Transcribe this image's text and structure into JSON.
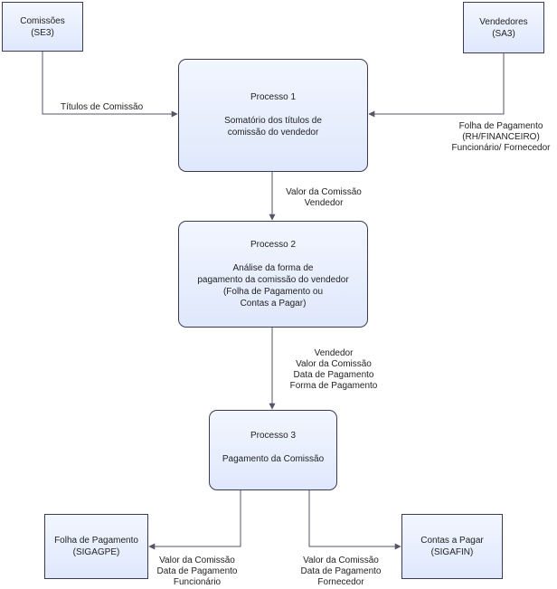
{
  "colors": {
    "box_fill_top": "#f2f6fe",
    "box_fill_bottom": "#dfe8fb",
    "box_border": "#3b3b55",
    "connector": "#555566",
    "text": "#222222"
  },
  "entities": {
    "comissoes": {
      "name": "Comissões",
      "code": "(SE3)"
    },
    "vendedores": {
      "name": "Vendedores",
      "code": "(SA3)"
    },
    "folha": {
      "name": "Folha de Pagamento",
      "code": "(SIGAGPE)"
    },
    "contas": {
      "name": "Contas a Pagar",
      "code": "(SIGAFIN)"
    }
  },
  "processes": {
    "p1": {
      "title": "Processo 1",
      "lines": [
        "Somatório dos títulos de",
        "comissão do vendedor"
      ]
    },
    "p2": {
      "title": "Processo 2",
      "lines": [
        "Análise da forma de",
        "pagamento da comissão do vendedor",
        "(Folha de Pagamento ou",
        "Contas a Pagar)"
      ]
    },
    "p3": {
      "title": "Processo 3",
      "lines": [
        "Pagamento da Comissão"
      ]
    }
  },
  "flows": {
    "comissoes_to_p1": [
      "Títulos de Comissão"
    ],
    "vendedores_to_p1": [
      "Folha de Pagamento",
      "(RH/FINANCEIRO)",
      "Funcionário/ Fornecedor"
    ],
    "p1_to_p2": [
      "Valor da Comissão",
      "Vendedor"
    ],
    "p2_to_p3": [
      "Vendedor",
      "Valor da Comissão",
      "Data de Pagamento",
      "Forma de Pagamento"
    ],
    "p3_to_folha": [
      "Valor da Comissão",
      "Data de Pagamento",
      "Funcionário"
    ],
    "p3_to_contas": [
      "Valor da Comissão",
      "Data de Pagamento",
      "Fornecedor"
    ]
  }
}
